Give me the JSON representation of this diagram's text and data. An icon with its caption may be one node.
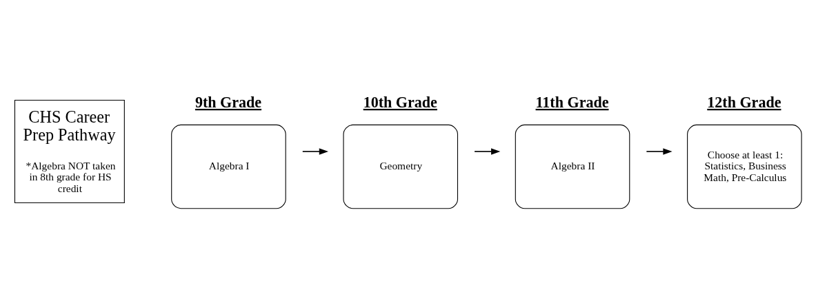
{
  "diagram": {
    "nodes": [
      {
        "text": [
          "CHS Career Prep Pathway",
          "*Algebra NOT taken in 8th grade for HS credit"
        ]
      },
      {
        "text": [
          "Algebra I"
        ],
        "beside": [
          "9th Grade"
        ]
      },
      {
        "text": [
          "Geometry"
        ],
        "beside": [
          "10th Grade"
        ]
      },
      {
        "text": [
          "Algebra II"
        ],
        "beside": [
          "11th Grade"
        ]
      },
      {
        "text": [
          "Choose at least 1: Statistics, Business Math, Pre-Calculus"
        ],
        "beside": [
          "12th Grade"
        ]
      }
    ],
    "edges": [
      {
        "from": 1,
        "to": 2,
        "arrow": "to"
      },
      {
        "from": 2,
        "to": 3,
        "arrow": "to"
      },
      {
        "from": 3,
        "to": 4,
        "arrow": "to"
      }
    ]
  }
}
